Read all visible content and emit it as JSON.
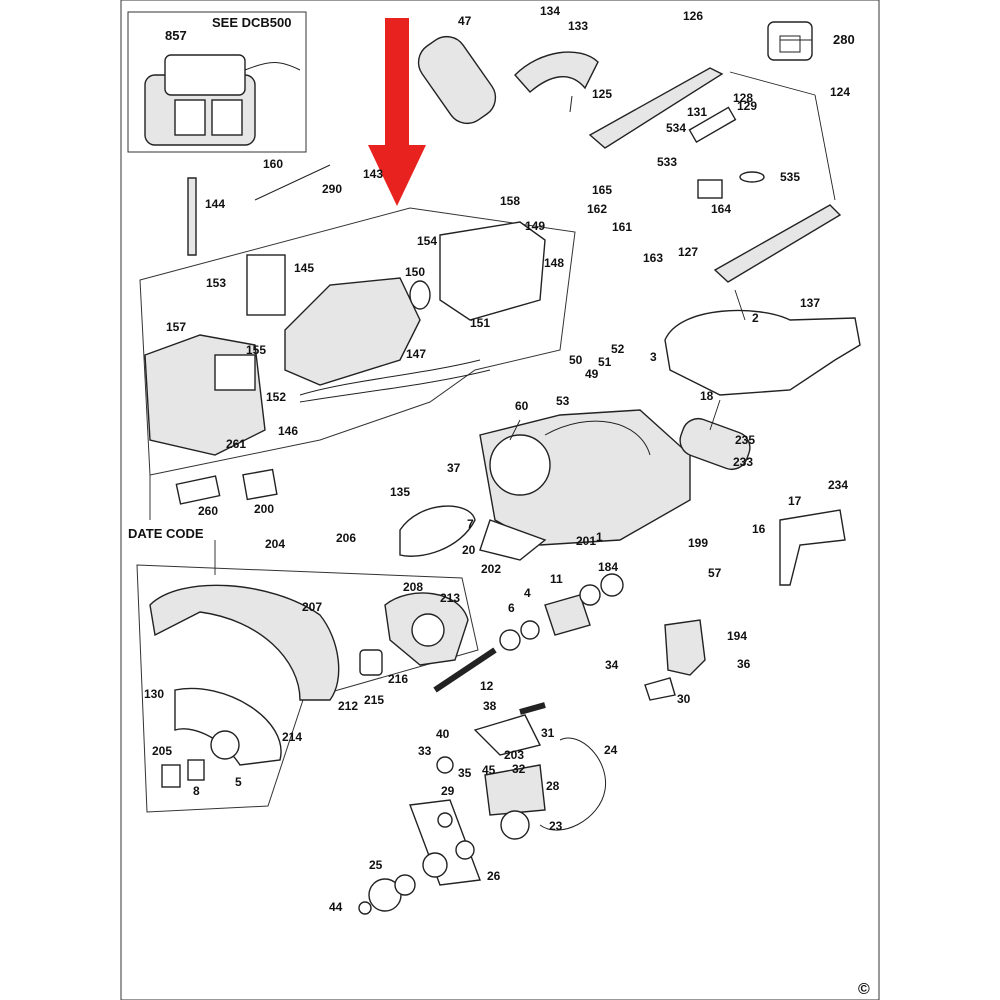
{
  "callouts": {
    "see_note": "SEE DCB500",
    "date_code": "DATE CODE",
    "copyright": "©"
  },
  "labels": [
    "857",
    "47",
    "134",
    "133",
    "125",
    "126",
    "280",
    "124",
    "131",
    "128",
    "129",
    "534",
    "533",
    "535",
    "165",
    "162",
    "164",
    "161",
    "127",
    "163",
    "160",
    "144",
    "290",
    "143",
    "158",
    "154",
    "149",
    "148",
    "150",
    "145",
    "153",
    "151",
    "157",
    "155",
    "147",
    "152",
    "146",
    "261",
    "260",
    "200",
    "135",
    "37",
    "7",
    "20",
    "202",
    "201",
    "1",
    "60",
    "53",
    "50",
    "49",
    "51",
    "52",
    "3",
    "2",
    "137",
    "18",
    "235",
    "233",
    "234",
    "17",
    "16",
    "199",
    "57",
    "204",
    "206",
    "207",
    "130",
    "208",
    "213",
    "216",
    "215",
    "212",
    "214",
    "205",
    "8",
    "5",
    "6",
    "4",
    "11",
    "184",
    "12",
    "194",
    "34",
    "36",
    "30",
    "38",
    "40",
    "33",
    "35",
    "31",
    "203",
    "45",
    "32",
    "28",
    "24",
    "29",
    "23",
    "25",
    "26",
    "44"
  ],
  "arrow_color": "#e8231f"
}
